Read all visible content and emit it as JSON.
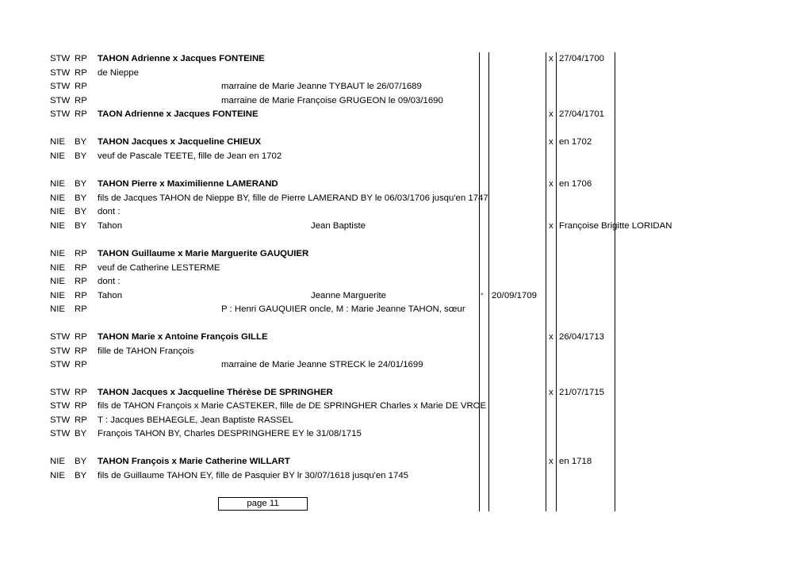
{
  "entries": [
    {
      "code": "STW",
      "type": "RP",
      "desc": "TAHON Adrienne x Jacques FONTEINE",
      "bold": true,
      "mid": "",
      "given": "",
      "deg": "",
      "bdate": "",
      "x": "x",
      "mdate": "27/04/1700"
    },
    {
      "code": "STW",
      "type": "RP",
      "desc": "de Nieppe",
      "bold": false,
      "mid": "",
      "given": "",
      "deg": "",
      "bdate": "",
      "x": "",
      "mdate": ""
    },
    {
      "code": "STW",
      "type": "RP",
      "desc": "",
      "bold": false,
      "mid": "marraine de Marie Jeanne TYBAUT le 26/07/1689",
      "given": "",
      "deg": "",
      "bdate": "",
      "x": "",
      "mdate": ""
    },
    {
      "code": "STW",
      "type": "RP",
      "desc": "",
      "bold": false,
      "mid": "marraine de Marie Françoise GRUGEON le 09/03/1690",
      "given": "",
      "deg": "",
      "bdate": "",
      "x": "",
      "mdate": ""
    },
    {
      "code": "STW",
      "type": "RP",
      "desc": "TAON Adrienne x Jacques FONTEINE",
      "bold": true,
      "mid": "",
      "given": "",
      "deg": "",
      "bdate": "",
      "x": "x",
      "mdate": "27/04/1701"
    },
    {
      "code": "NIE",
      "type": "BY",
      "desc": "TAHON Jacques x Jacqueline CHIEUX",
      "bold": true,
      "mid": "",
      "given": "",
      "deg": "",
      "bdate": "",
      "x": "x",
      "mdate": "en 1702"
    },
    {
      "code": "NIE",
      "type": "BY",
      "desc": "veuf de Pascale TEETE, fille de Jean en 1702",
      "bold": false,
      "mid": "",
      "given": "",
      "deg": "",
      "bdate": "",
      "x": "",
      "mdate": ""
    },
    {
      "code": "NIE",
      "type": "BY",
      "desc": "TAHON Pierre x Maximilienne LAMERAND",
      "bold": true,
      "mid": "",
      "given": "",
      "deg": "",
      "bdate": "",
      "x": "x",
      "mdate": "en 1706"
    },
    {
      "code": "NIE",
      "type": "BY",
      "desc": "fils de Jacques TAHON de Nieppe BY, fille de Pierre LAMERAND BY le 06/03/1706 jusqu'en 1747",
      "bold": false,
      "mid": "",
      "given": "",
      "deg": "",
      "bdate": "",
      "x": "",
      "mdate": ""
    },
    {
      "code": "NIE",
      "type": "BY",
      "desc": "dont :",
      "bold": false,
      "mid": "",
      "given": "",
      "deg": "",
      "bdate": "",
      "x": "",
      "mdate": ""
    },
    {
      "code": "NIE",
      "type": "BY",
      "desc": "Tahon",
      "bold": false,
      "mid": "",
      "given": "Jean Baptiste",
      "deg": "",
      "bdate": "",
      "x": "x",
      "mdate": "Françoise Brigitte LORIDAN"
    },
    {
      "code": "NIE",
      "type": "RP",
      "desc": "TAHON Guillaume x Marie Marguerite GAUQUIER",
      "bold": true,
      "mid": "",
      "given": "",
      "deg": "",
      "bdate": "",
      "x": "",
      "mdate": ""
    },
    {
      "code": "NIE",
      "type": "RP",
      "desc": "veuf de Catherine LESTERME",
      "bold": false,
      "mid": "",
      "given": "",
      "deg": "",
      "bdate": "",
      "x": "",
      "mdate": ""
    },
    {
      "code": "NIE",
      "type": "RP",
      "desc": "dont :",
      "bold": false,
      "mid": "",
      "given": "",
      "deg": "",
      "bdate": "",
      "x": "",
      "mdate": ""
    },
    {
      "code": "NIE",
      "type": "RP",
      "desc": "Tahon",
      "bold": false,
      "mid": "",
      "given": "Jeanne Marguerite",
      "deg": "°",
      "bdate": "20/09/1709",
      "x": "",
      "mdate": ""
    },
    {
      "code": "NIE",
      "type": "RP",
      "desc": "",
      "bold": false,
      "mid": "P : Henri GAUQUIER oncle, M : Marie Jeanne TAHON, sœur",
      "given": "",
      "deg": "",
      "bdate": "",
      "x": "",
      "mdate": ""
    },
    {
      "code": "STW",
      "type": "RP",
      "desc": "TAHON Marie x Antoine François GILLE",
      "bold": true,
      "mid": "",
      "given": "",
      "deg": "",
      "bdate": "",
      "x": "x",
      "mdate": "26/04/1713"
    },
    {
      "code": "STW",
      "type": "RP",
      "desc": "fille de TAHON François",
      "bold": false,
      "mid": "",
      "given": "",
      "deg": "",
      "bdate": "",
      "x": "",
      "mdate": ""
    },
    {
      "code": "STW",
      "type": "RP",
      "desc": "",
      "bold": false,
      "mid": "marraine de Marie Jeanne STRECK le 24/01/1699",
      "given": "",
      "deg": "",
      "bdate": "",
      "x": "",
      "mdate": ""
    },
    {
      "code": "STW",
      "type": "RP",
      "desc": "TAHON Jacques x Jacqueline Thérèse DE SPRINGHER",
      "bold": true,
      "mid": "",
      "given": "",
      "deg": "",
      "bdate": "",
      "x": "x",
      "mdate": "21/07/1715"
    },
    {
      "code": "STW",
      "type": "RP",
      "desc": "fils de TAHON François x Marie CASTEKER, fille de DE SPRINGHER Charles x Marie DE VROE",
      "bold": false,
      "mid": "",
      "given": "",
      "deg": "",
      "bdate": "",
      "x": "",
      "mdate": ""
    },
    {
      "code": "STW",
      "type": "RP",
      "desc": "T : Jacques BEHAEGLE, Jean Baptiste RASSEL",
      "bold": false,
      "mid": "",
      "given": "",
      "deg": "",
      "bdate": "",
      "x": "",
      "mdate": ""
    },
    {
      "code": "STW",
      "type": "BY",
      "desc": "François TAHON BY, Charles DESPRINGHERE EY le 31/08/1715",
      "bold": false,
      "mid": "",
      "given": "",
      "deg": "",
      "bdate": "",
      "x": "",
      "mdate": ""
    },
    {
      "code": "NIE",
      "type": "BY",
      "desc": "TAHON François x Marie Catherine WILLART",
      "bold": true,
      "mid": "",
      "given": "",
      "deg": "",
      "bdate": "",
      "x": "x",
      "mdate": "en 1718"
    },
    {
      "code": "NIE",
      "type": "BY",
      "desc": "fils de Guillaume TAHON EY, fille de Pasquier BY lr 30/07/1618 jusqu'en 1745",
      "bold": false,
      "mid": "",
      "given": "",
      "deg": "",
      "bdate": "",
      "x": "",
      "mdate": ""
    }
  ],
  "footer": {
    "page_label": "page 11"
  }
}
